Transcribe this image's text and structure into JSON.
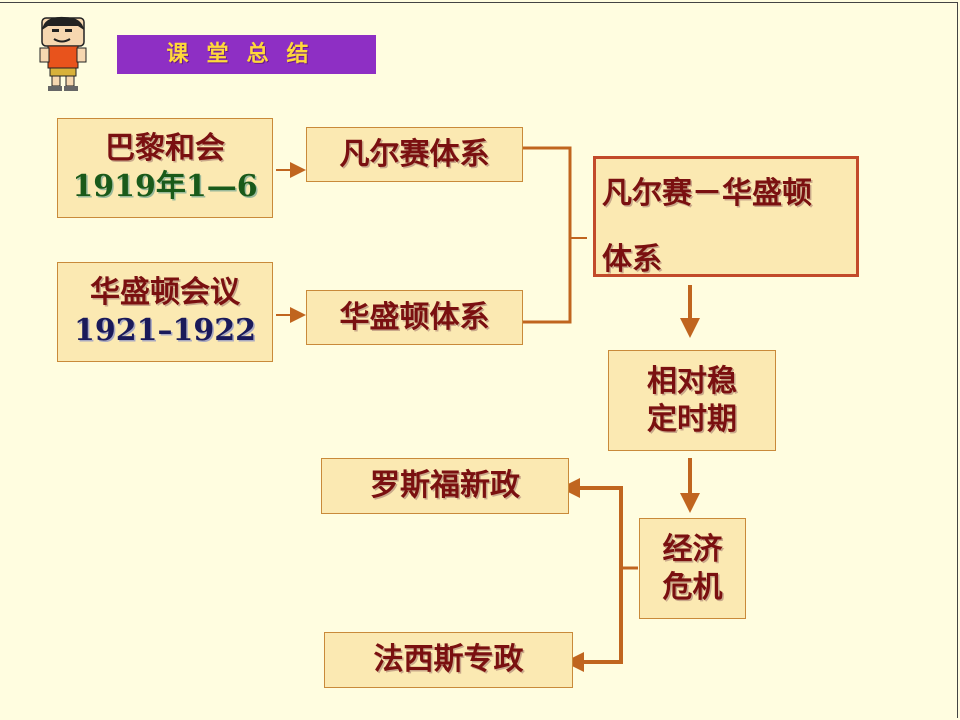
{
  "header": {
    "title": "课堂总结"
  },
  "nodes": {
    "paris": {
      "line1": "巴黎和会",
      "line2": "1919年1—6"
    },
    "washington_conf": {
      "line1": "华盛顿会议",
      "line2": "1921–1922"
    },
    "versailles": {
      "label": "凡尔赛体系"
    },
    "washington_sys": {
      "label": "华盛顿体系"
    },
    "vw_system": {
      "line1": "凡尔赛－华盛顿",
      "line2": "体系"
    },
    "stable": {
      "line1": "相对稳",
      "line2": "定时期"
    },
    "crisis": {
      "line1": "经济",
      "line2": "危机"
    },
    "roosevelt": {
      "label": "罗斯福新政"
    },
    "fascism": {
      "label": "法西斯专政"
    }
  },
  "colors": {
    "arrow": "#c0651f",
    "box_fill": "#fbe9b2",
    "banner": "#8e2fc4",
    "banner_text": "#ffd83a"
  }
}
